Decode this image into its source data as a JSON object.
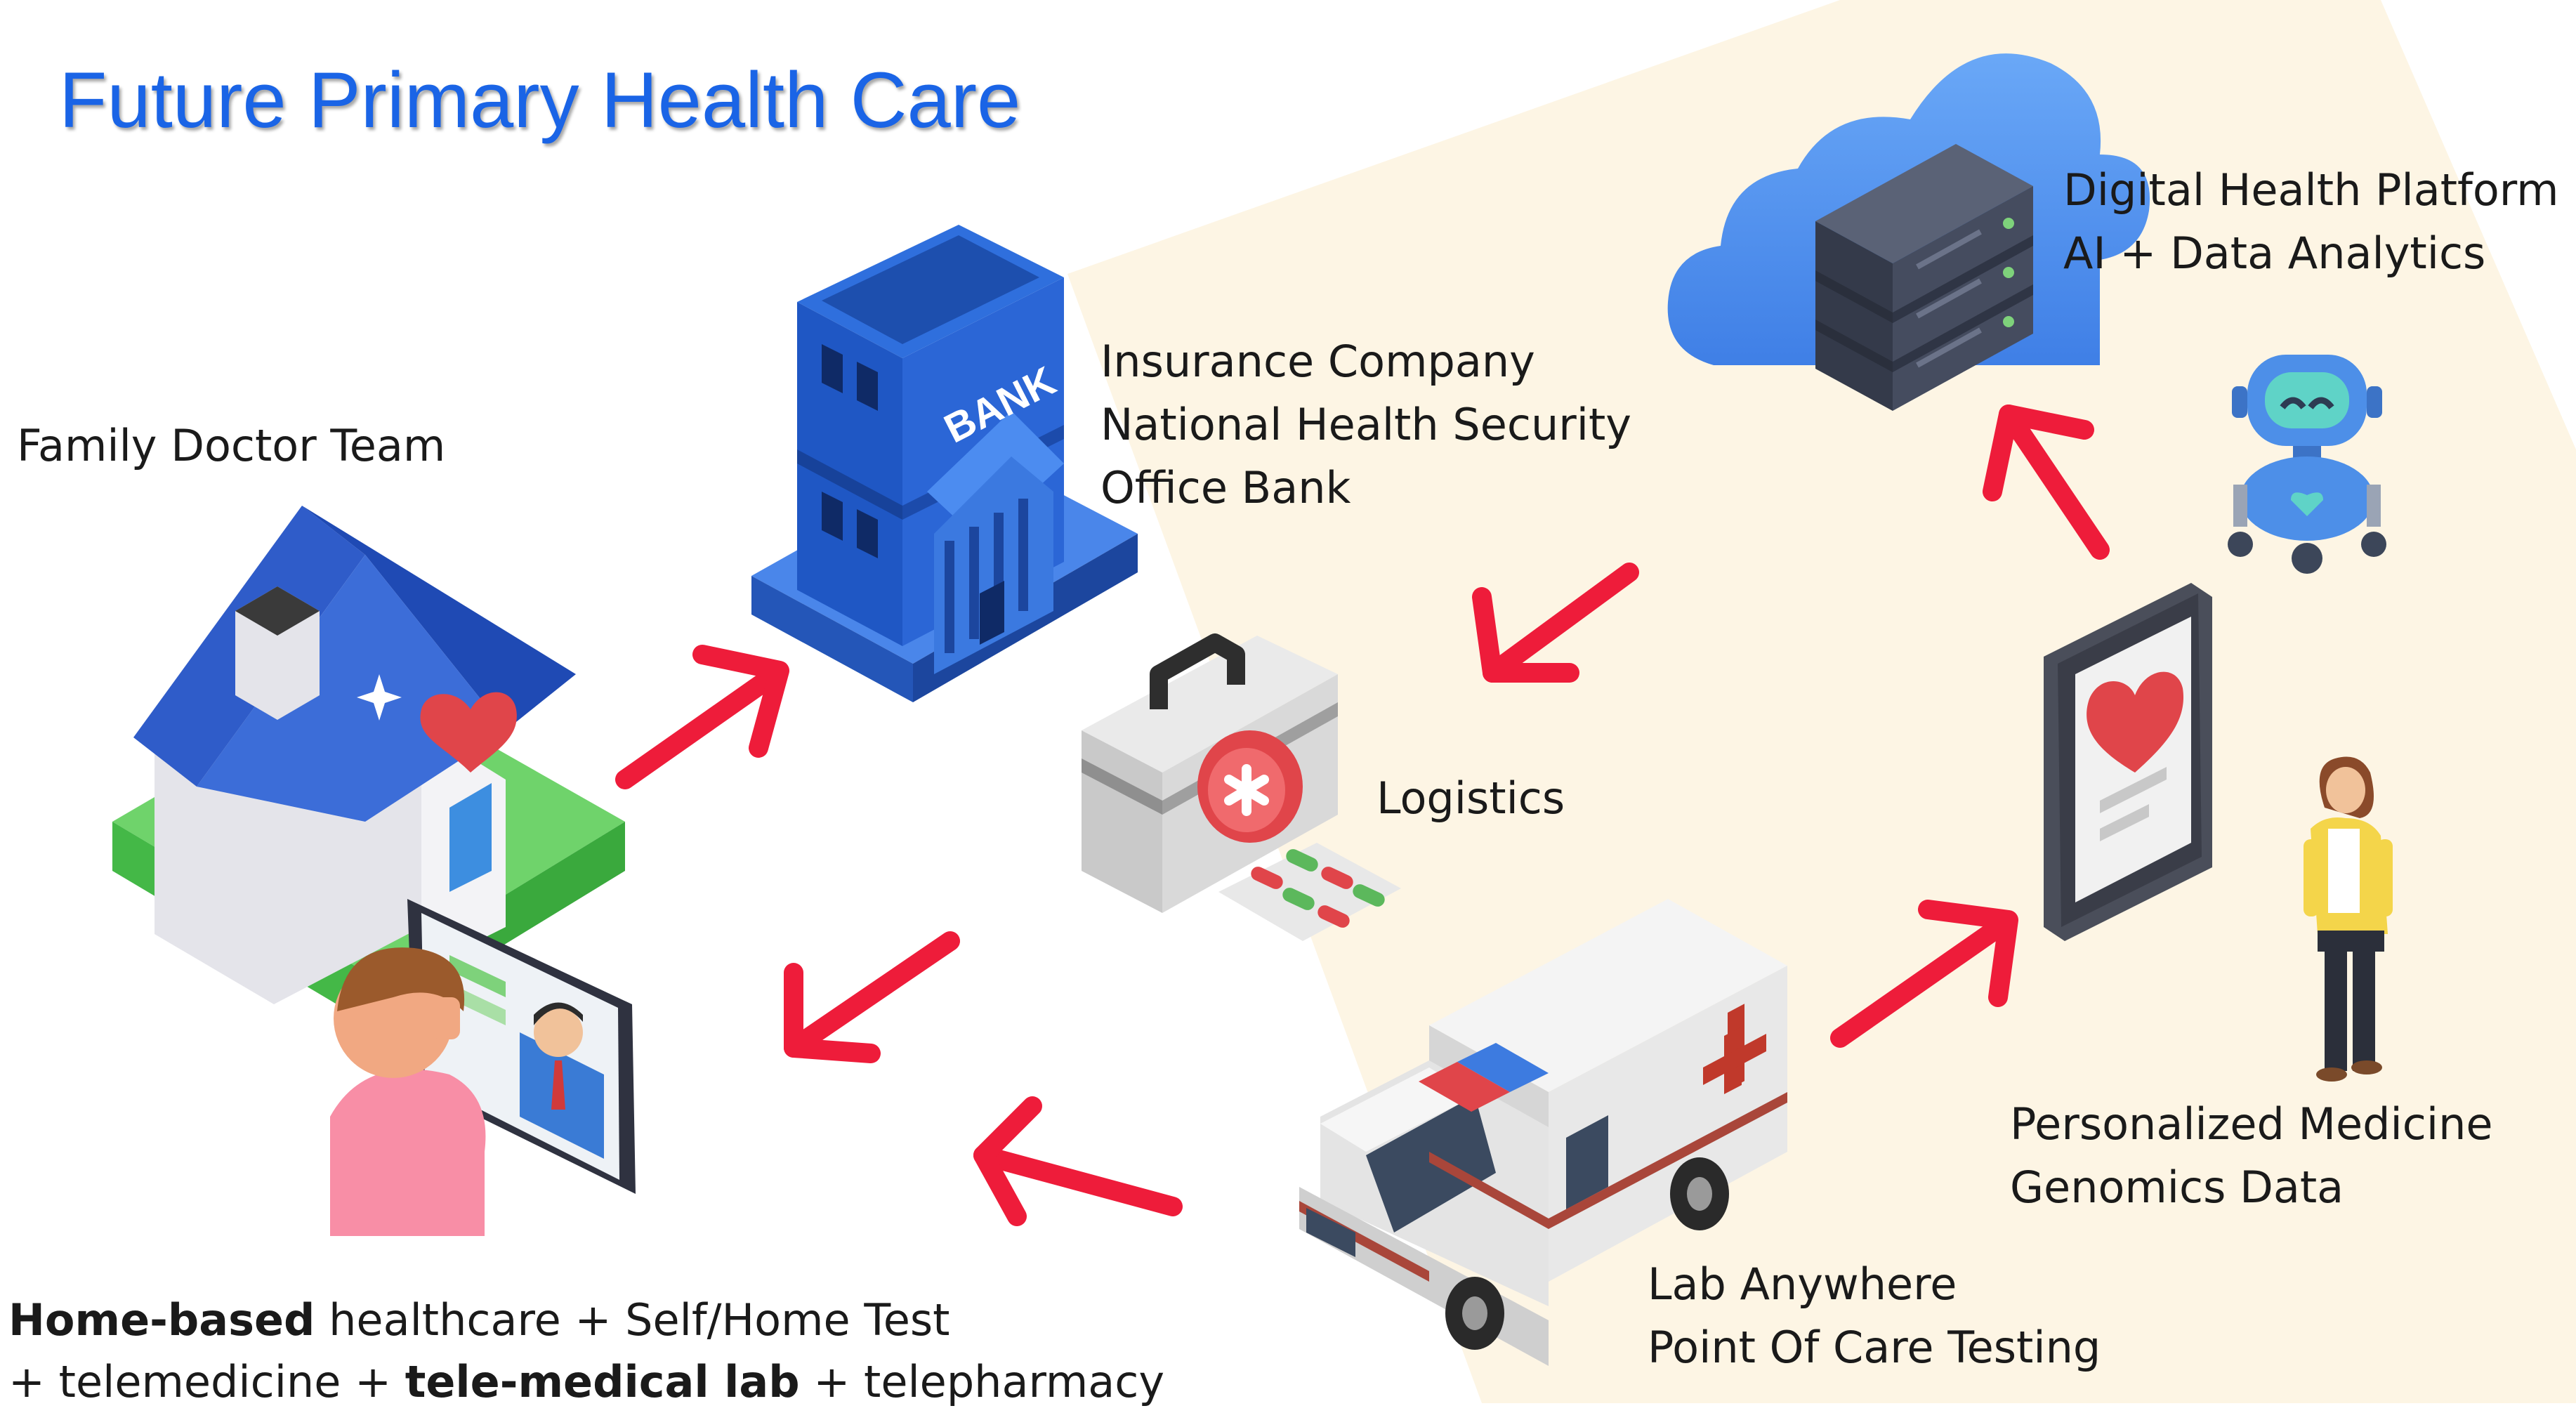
{
  "title": "Future Primary Health Care",
  "labels": {
    "family_doctor": "Family Doctor Team",
    "insurance_line1": "Insurance Company",
    "insurance_line2": "National Health Security",
    "insurance_line3": "Office Bank",
    "logistics": "Logistics",
    "platform_line1": "Digital Health Platform",
    "platform_line2": "AI + Data Analytics",
    "personalized_line1": "Personalized Medicine",
    "personalized_line2": "Genomics Data",
    "lab_line1": "Lab Anywhere",
    "lab_line2": "Point Of Care Testing",
    "bank_sign": "BANK"
  },
  "bottom_text": {
    "line1_bold": "Home-based",
    "line1_rest": " healthcare + Self/Home Test",
    "line2_start": "+ telemedicine + ",
    "line2_bold": "tele-medical lab",
    "line2_end": " + telepharmacy"
  },
  "colors": {
    "title": "#1a64e6",
    "arrow": "#ee1c3a",
    "background_band": "#fdf5e4"
  }
}
